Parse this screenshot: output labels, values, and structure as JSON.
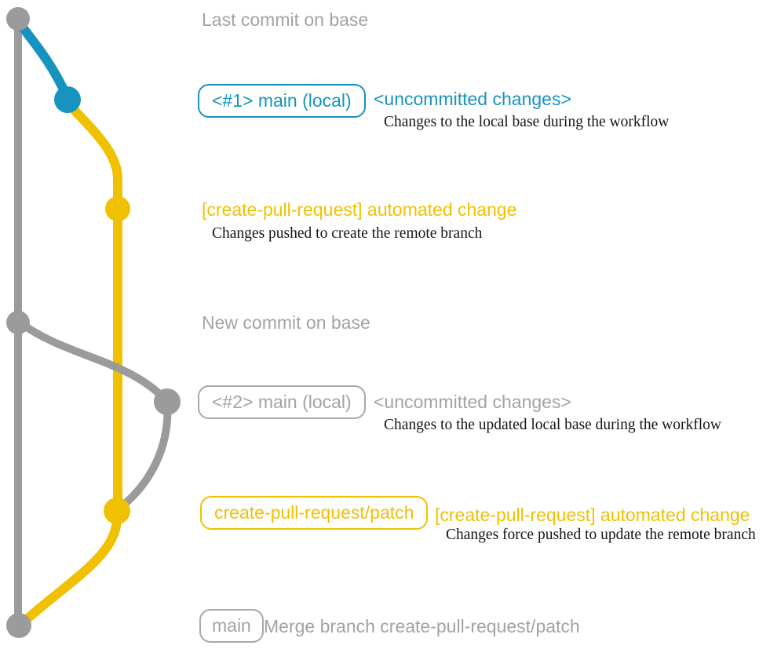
{
  "colors": {
    "teal": "#1794be",
    "yellow": "#f0c102",
    "gray_line": "#9b9b9b",
    "gray_ui": "#a3a3a3",
    "ink": "#151515"
  },
  "annotations": {
    "last_commit_label": "Last commit on base",
    "branch1": {
      "tag": "<#1> main (local)",
      "status": "<uncommitted changes>",
      "desc": "Changes to the local base during the workflow"
    },
    "push1": {
      "title": "[create-pull-request] automated change",
      "desc": "Changes pushed to create the remote branch"
    },
    "new_commit_label": "New commit on base",
    "branch2": {
      "tag": "<#2> main (local)",
      "status": "<uncommitted changes>",
      "desc": "Changes to the updated local base during the workflow"
    },
    "patch": {
      "tag": "create-pull-request/patch",
      "title": "[create-pull-request] automated change",
      "desc": "Changes force pushed to update the remote branch"
    },
    "merge": {
      "tag": "main",
      "desc": "Merge branch create-pull-request/patch"
    }
  }
}
